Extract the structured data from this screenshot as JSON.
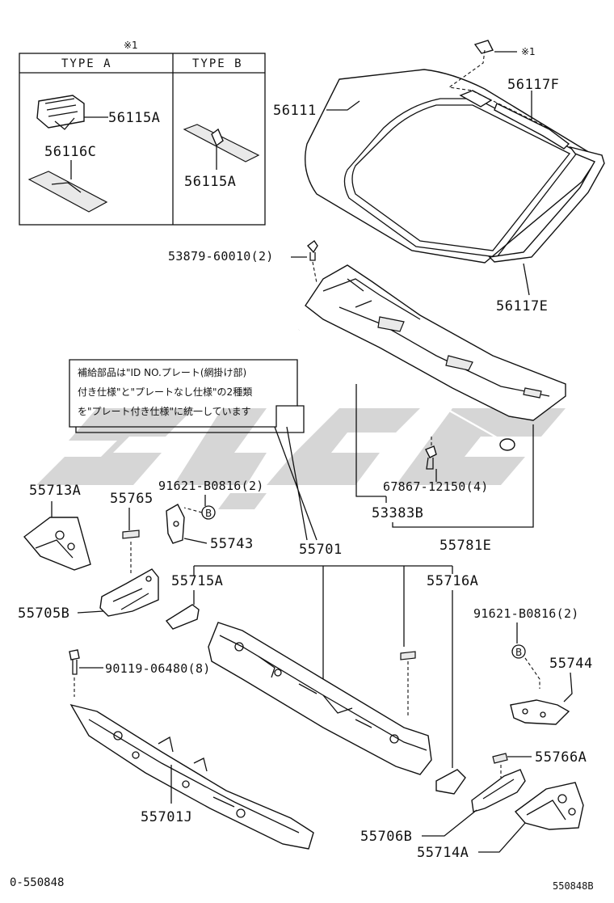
{
  "watermark": {
    "color": "#cccccc"
  },
  "type_table": {
    "note_mark": "※1",
    "col_a_header": "TYPE A",
    "col_b_header": "TYPE B",
    "labels": {
      "a_top": "56115A",
      "a_bottom": "56116C",
      "b": "56115A"
    }
  },
  "note_mark_top": "※1",
  "note_box": {
    "lines": [
      "補給部品は\"ID NO.プレート(網掛け部)",
      "付き仕様\"と\"プレートなし仕様\"の2種類",
      "を\"プレート付き仕様\"に統一しています"
    ]
  },
  "parts": {
    "p56111": "56111",
    "p56117F": "56117F",
    "p56117E": "56117E",
    "p53879": "53879-60010(2)",
    "p67867": "67867-12150(4)",
    "p53383B": "53383B",
    "p55781E": "55781E",
    "p55713A": "55713A",
    "p55765": "55765",
    "p91621_left": "91621-B0816(2)",
    "p55743": "55743",
    "p55701": "55701",
    "p55705B": "55705B",
    "p55715A": "55715A",
    "p55716A": "55716A",
    "p91621_right": "91621-B0816(2)",
    "p55744": "55744",
    "p90119": "90119-06480(8)",
    "p55766A": "55766A",
    "p55701J": "55701J",
    "p55706B": "55706B",
    "p55714A": "55714A",
    "circle_b_left": "B",
    "circle_b_right": "B"
  },
  "footer": {
    "left": "0-550848",
    "right": "550848B"
  }
}
